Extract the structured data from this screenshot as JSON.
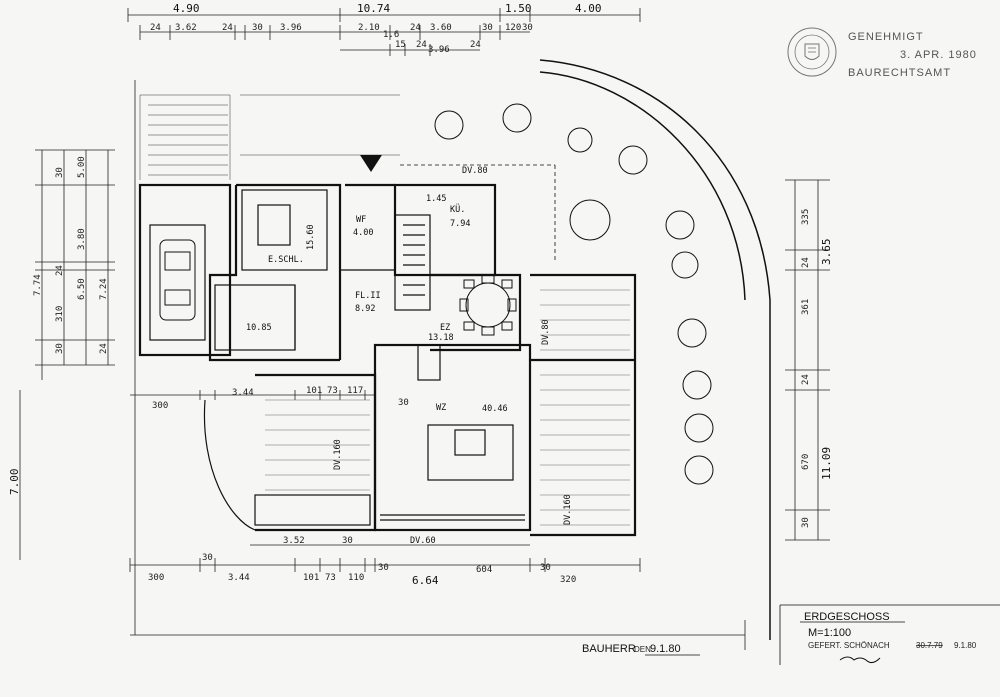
{
  "stamp": {
    "line1": "GENEHMIGT",
    "line2": "3. APR. 1980",
    "line3": "BAURECHTSAMT"
  },
  "title_block": {
    "title": "ERDGESCHOSS",
    "scale": "M=1:100",
    "drawn": "GEFERT. SCHÖNACH",
    "drawn_strike": "30.7.79",
    "date": "9.1.80",
    "owner_label": "BAUHERR",
    "owner_den": "DEN",
    "owner_date": "9.1.80"
  },
  "rooms": {
    "eschl": "E.SCHL.",
    "eschl_area": "15.60",
    "wf": "WF",
    "wf_area": "4.00",
    "ku": "KÜ.",
    "ku_area": "7.94",
    "ku_small": "1.45",
    "flur": "FL.II",
    "flur_area": "8.92",
    "bad_area": "10.85",
    "ez": "EZ",
    "ez_area": "13.18",
    "wz": "WZ",
    "wz_area": "40.46",
    "dv80_top": "DV.80",
    "dv80_side": "DV.80",
    "dv60": "DV.60",
    "dv160": "DV.160",
    "dv_left": "DV.160"
  },
  "dims_top": {
    "total": "10.74",
    "a": "4.90",
    "b": "1.50",
    "c": "4.00",
    "r1": [
      "24",
      "3.62",
      "24",
      "30",
      "3.96",
      "2.10",
      "24",
      "3.60",
      "30"
    ],
    "r1b": [
      "120",
      "30"
    ],
    "r2": [
      "1.6",
      "15",
      "24",
      "3.96",
      "24"
    ]
  },
  "dims_left": {
    "total": "7.74",
    "a": "5.00",
    "b": "7.24",
    "c": "3.80",
    "d": "6.50",
    "v1": [
      "30",
      "24",
      "310",
      "30",
      "24"
    ],
    "lower": "7.00"
  },
  "dims_right": {
    "a": "3.65",
    "b": "11.09",
    "v": [
      "335",
      "24",
      "361",
      "24",
      "670",
      "30"
    ]
  },
  "dims_bottom": {
    "row1": [
      "300",
      "30",
      "3.44",
      "101",
      "73",
      "110",
      "30",
      "6.64",
      "604",
      "30",
      "320"
    ],
    "row_mid": [
      "3.52",
      "30",
      "DV.60"
    ],
    "row_upper": [
      "300",
      "3.44",
      "101",
      "73",
      "117",
      "30"
    ]
  }
}
